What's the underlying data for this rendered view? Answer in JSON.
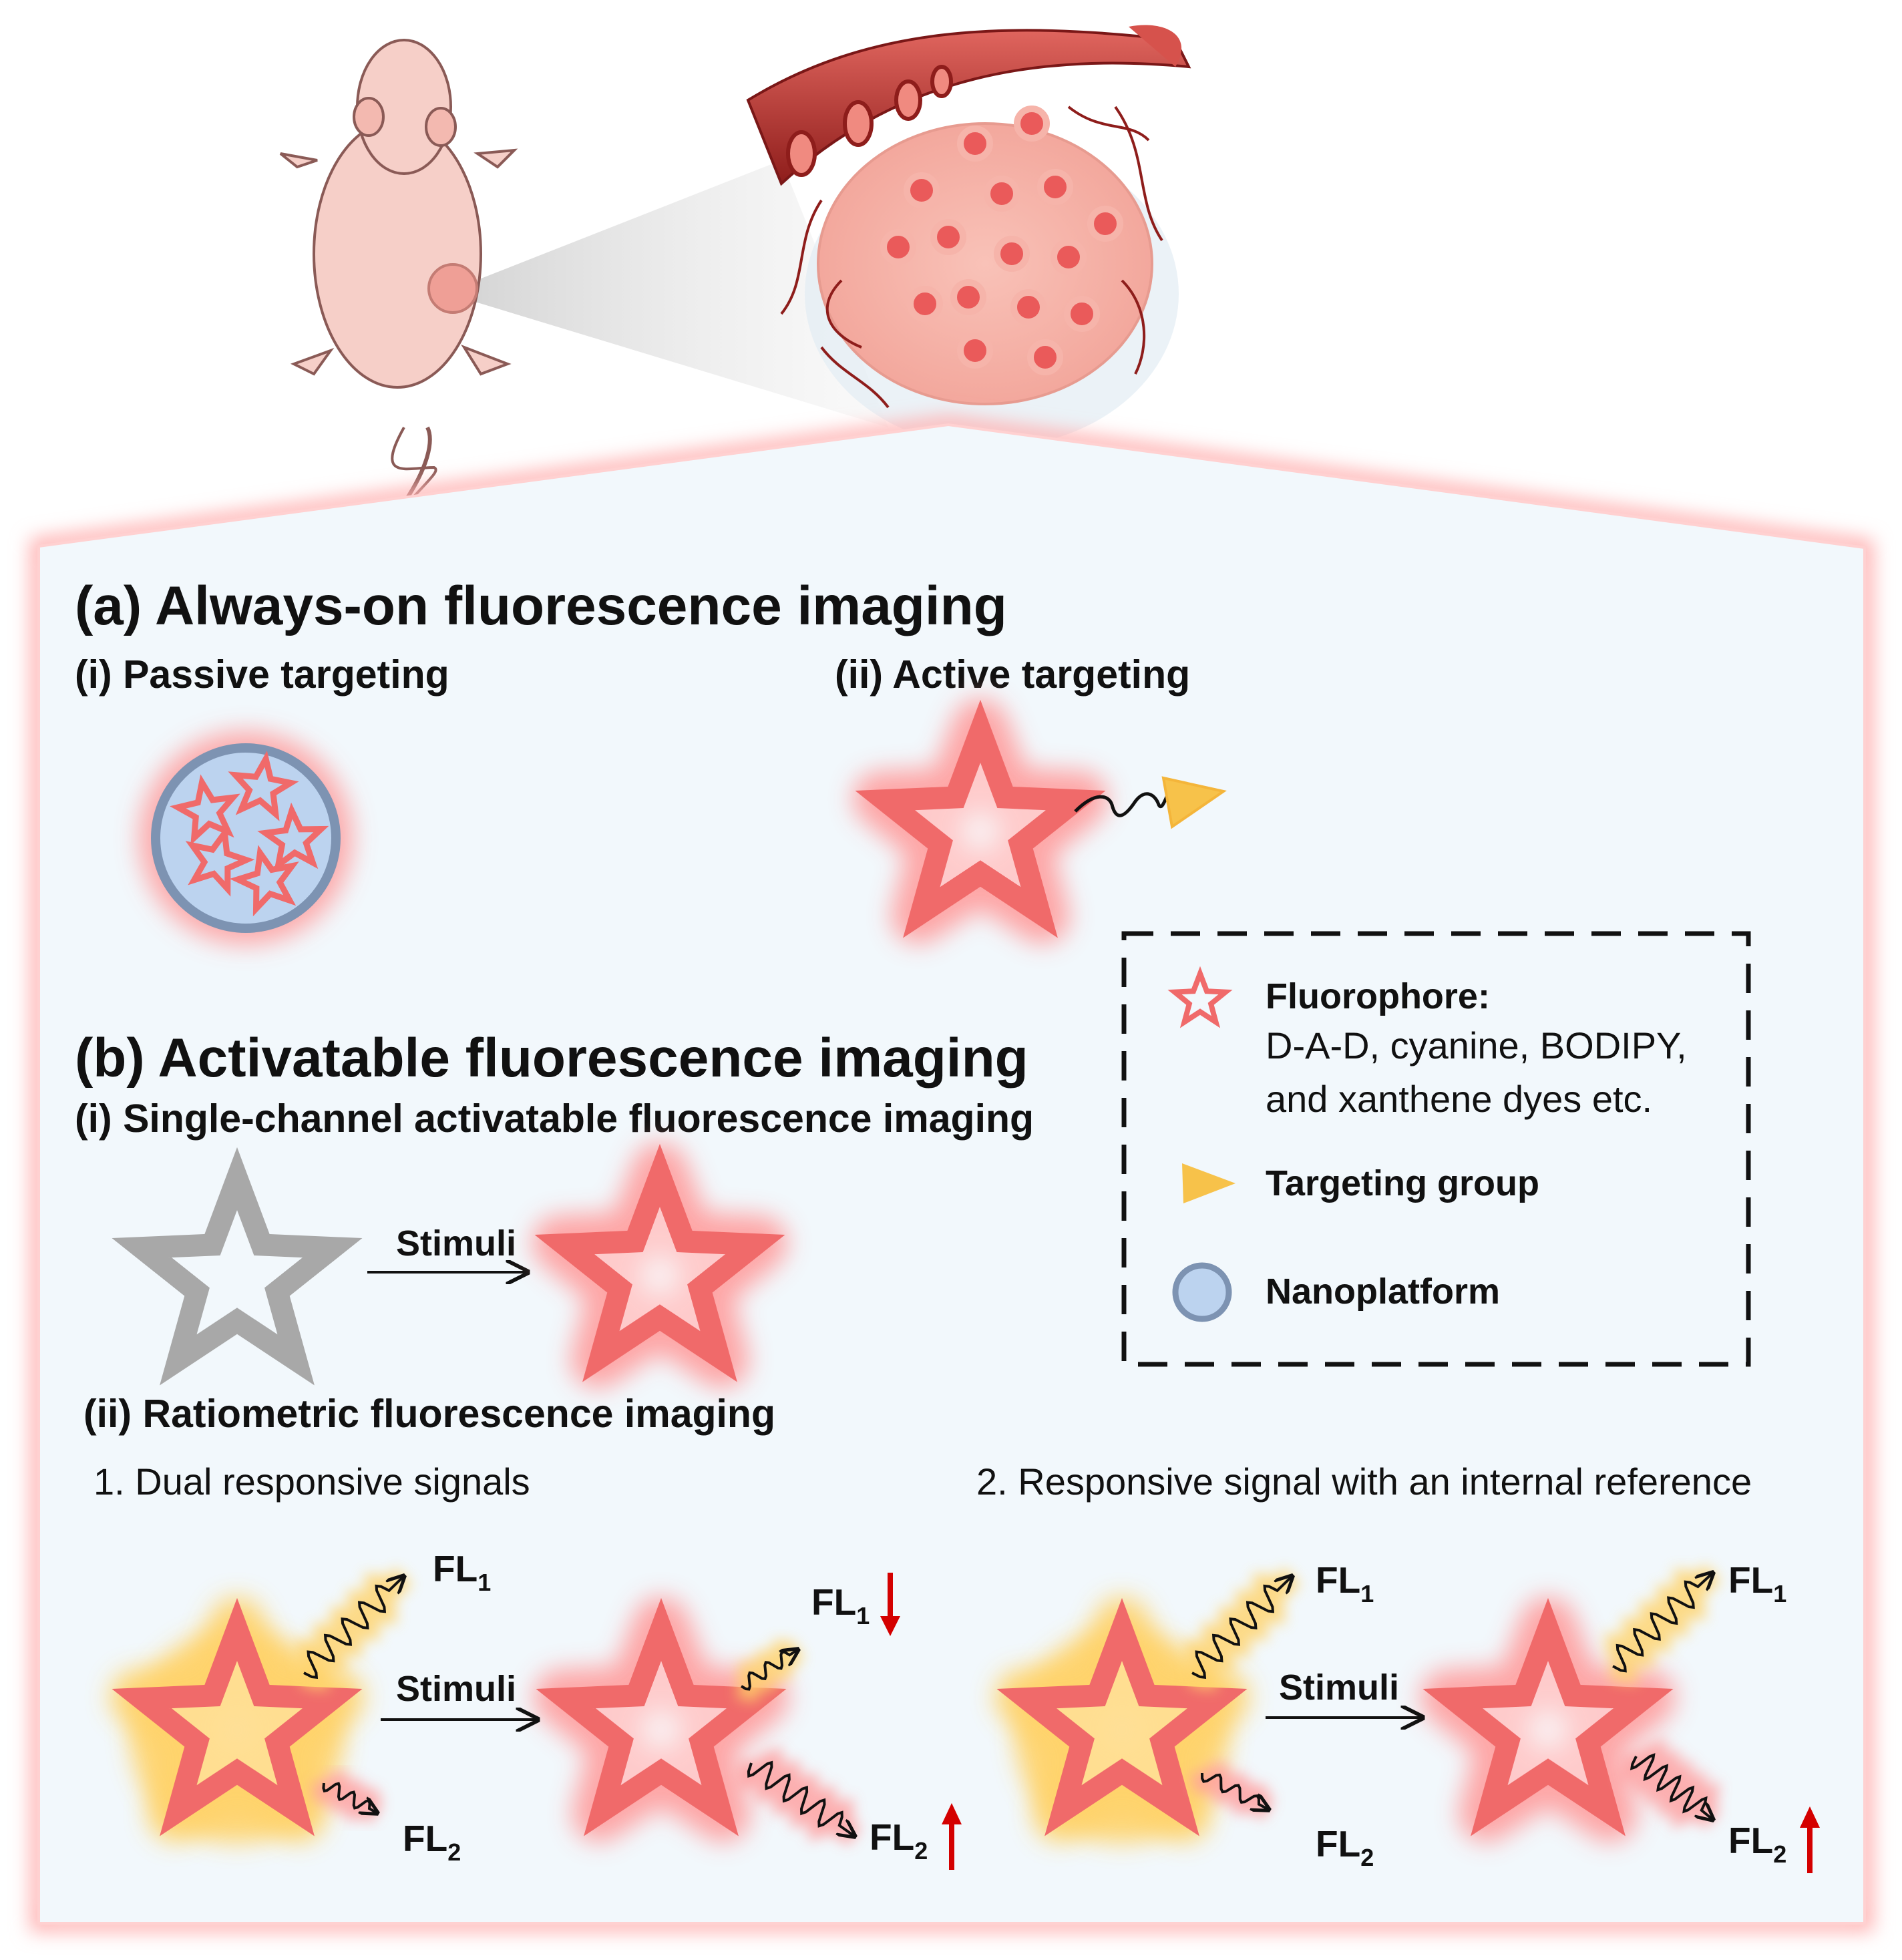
{
  "section_a": {
    "title": "(a) Always-on fluorescence imaging",
    "passive": "(i) Passive targeting",
    "active": "(ii) Active targeting"
  },
  "section_b": {
    "title": "(b) Activatable fluorescence imaging",
    "single": "(i) Single-channel activatable fluorescence imaging",
    "ratiometric": "(ii) Ratiometric fluorescence imaging",
    "dual": "1. Dual responsive signals",
    "internal": "2. Responsive signal with an internal reference"
  },
  "stimuli_label": "Stimuli",
  "signals": {
    "fl": "FL",
    "sub1": "1",
    "sub2": "2"
  },
  "legend": {
    "fluorophore_title": "Fluorophore:",
    "fluorophore_line1": "D-A-D, cyanine, BODIPY,",
    "fluorophore_line2": "and xanthene dyes etc.",
    "targeting": "Targeting group",
    "nanoplatform": "Nanoplatform"
  },
  "colors": {
    "star_red": "#f06a6a",
    "glow_red": "#ff9d9d",
    "glow_yellow": "#ffd36a",
    "star_gray": "#a8a8a8",
    "targeting_yellow": "#f7c24a",
    "nanoplatform_fill": "#bcd3ef",
    "nanoplatform_ring": "#7d93b2",
    "panel_bg": "#f2f8fc",
    "arrow_red": "#d40000"
  }
}
